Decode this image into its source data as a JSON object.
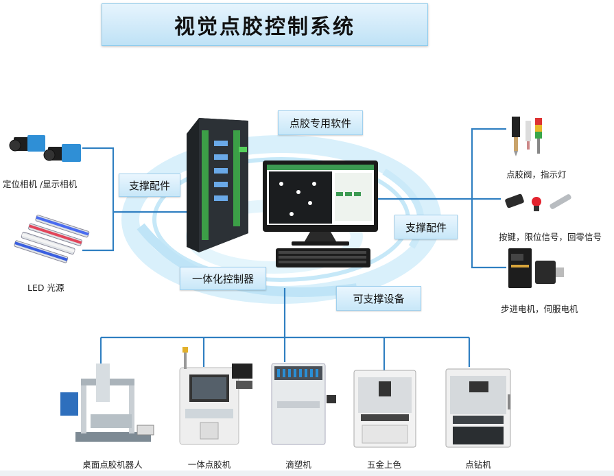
{
  "title": "视觉点胶控制系统",
  "tags": {
    "support_left": "支撑配件",
    "software": "点胶专用软件",
    "support_right": "支撑配件",
    "controller": "一体化控制器",
    "devices": "可支撑设备"
  },
  "left_items": {
    "camera": "定位相机 /显示相机",
    "led": "LED 光源"
  },
  "right_items": {
    "valve": "点胶阀，指示灯",
    "signals": "按键，限位信号，回零信号",
    "motors": "步进电机，伺服电机"
  },
  "machines": [
    "桌面点胶机器人",
    "一体点胶机",
    "滴塑机",
    "五金上色",
    "点钻机"
  ],
  "colors": {
    "line": "#2f7fc1",
    "tag_fill": "#d6eefb",
    "controller": "#2b2f33",
    "swirl": "#cfeaf8"
  }
}
